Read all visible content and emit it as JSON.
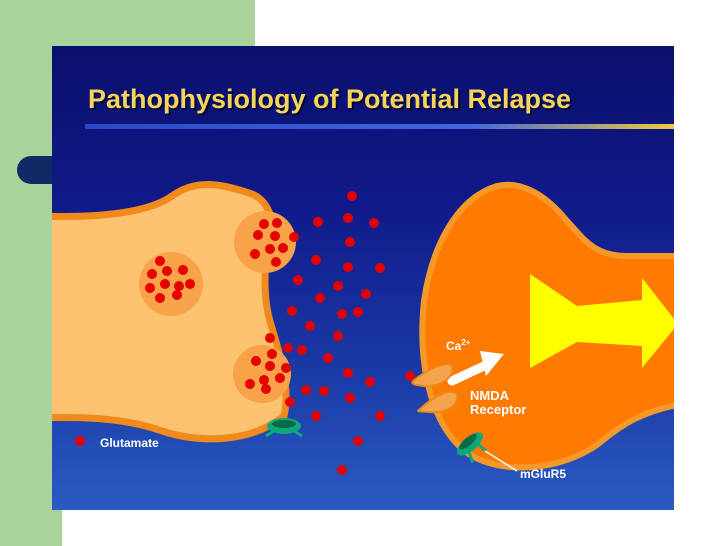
{
  "title": "Pathophysiology of Potential Relapse",
  "labels": {
    "glutamate": "Glutamate",
    "calcium": "Ca",
    "calcium_charge": "2+",
    "nmda_line1": "NMDA",
    "nmda_line2": "Receptor",
    "mglur5": "mGluR5"
  },
  "colors": {
    "background": "#0d147a",
    "title": "#f6d35a",
    "presynaptic": "#fdc26f",
    "presynaptic_border": "#f08a1c",
    "vesicle": "#f8a24a",
    "glutamate_dot": "#e50000",
    "postsynaptic": "#ff7a00",
    "signal_arrow": "#ffff00",
    "receptor_mglur5": "#0ea779",
    "sidebar": "#a9d39b"
  },
  "icons": {
    "presynaptic": "presynaptic-terminal-shape",
    "postsynaptic": "postsynaptic-terminal-shape",
    "nmda": "nmda-receptor-shape",
    "mglur5": "mglur5-receptor-shape",
    "arrow": "calcium-influx-arrow",
    "signal": "signal-arrow"
  }
}
